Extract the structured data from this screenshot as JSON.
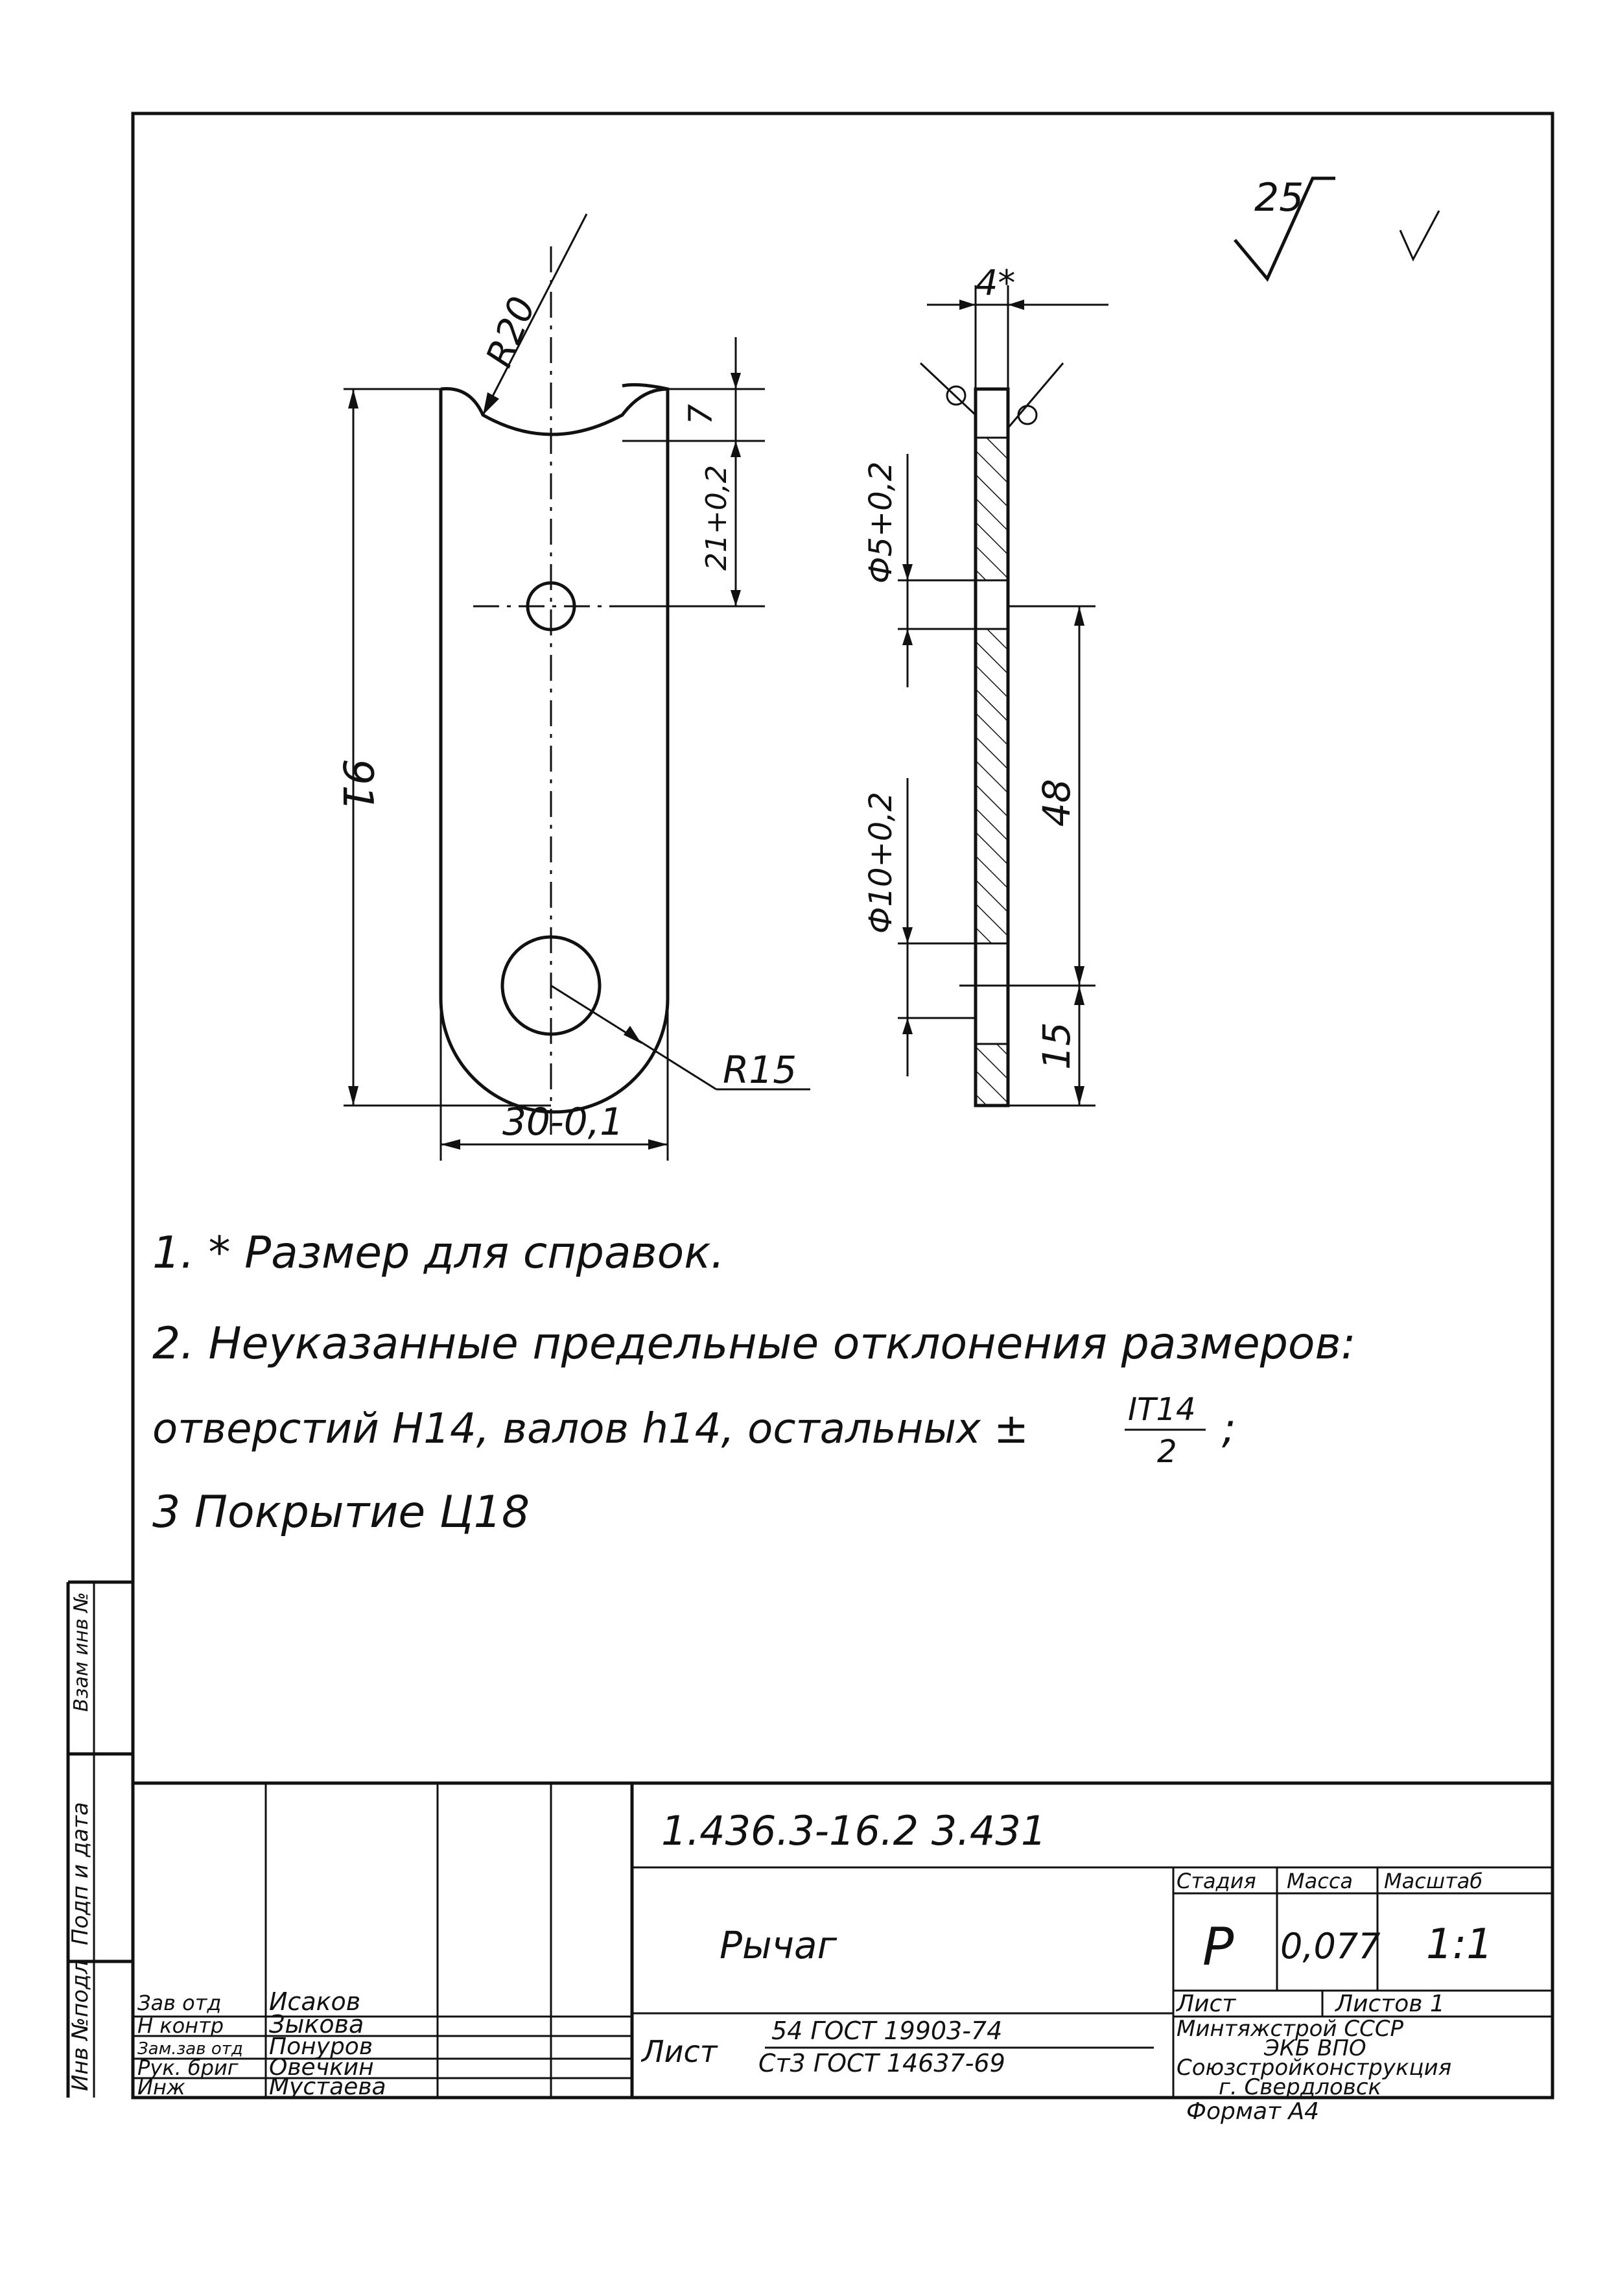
{
  "drawing": {
    "roughness": "25",
    "dims": {
      "thickness": "4*",
      "radius_top": "R20",
      "top_offset": "7",
      "hole_offset": "21+0,2",
      "length": "91",
      "hole_small": "Ф5+0,2",
      "hole_large": "Ф10+0,2",
      "hole_spacing": "48",
      "bottom_offset": "15",
      "radius_bottom": "R15",
      "width": "30-0,1"
    }
  },
  "notes": {
    "n1": "1. * Размер для справок.",
    "n2": "2. Неуказанные предельные отклонения размеров:",
    "n3_a": "отверстий H14, валов h14, остальных ±",
    "n3_num": "IT14",
    "n3_den": "2",
    "n3_end": ";",
    "n4": "3 Покрытие Ц18"
  },
  "margin": {
    "inv_podl": "Инв №подл",
    "podp_data": "Подп и дата",
    "vzam_inv": "Взам инв №"
  },
  "title_block": {
    "doc_code": "1.436.3-16.2 3.431",
    "part_name": "Рычаг",
    "stage_label": "Стадия",
    "mass_label": "Масса",
    "scale_label": "Масштаб",
    "stage": "Р",
    "mass": "0,077",
    "scale": "1:1",
    "sheet_label": "Лист",
    "sheets_label": "Листов 1",
    "material_prefix": "Лист",
    "material_top": "54 ГОСТ 19903-74",
    "material_bottom": "Ст3 ГОСТ 14637-69",
    "org1": "Минтяжстрой СССР",
    "org2": "ЭКБ ВПО",
    "org3": "Союзстройконструкция",
    "org4": "г. Свердловск",
    "format": "Формат А4",
    "roles": [
      "Зав отд",
      "Н контр",
      "Зам.зав отд",
      "Рук. бриг",
      "Инж"
    ],
    "names": [
      "Исаков",
      "Зыкова",
      "Понуров",
      "Овечкин",
      "Мустаева"
    ]
  }
}
